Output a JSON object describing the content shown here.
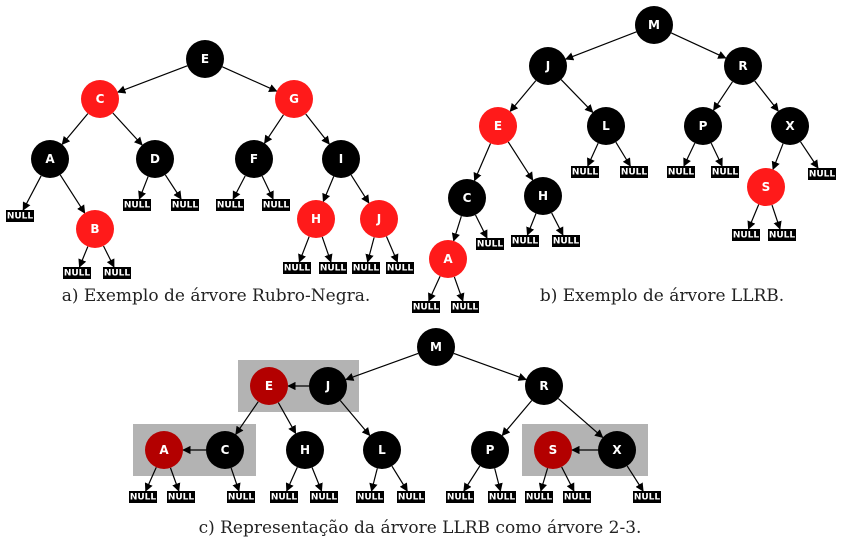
{
  "colors": {
    "black_node": "#000000",
    "red_node": "#ff1a1a",
    "dark_red_node": "#b30000",
    "group_box": "#b3b3b3",
    "null_box": "#000000"
  },
  "null_label": "NULL",
  "diagrams": [
    {
      "id": "a",
      "caption": "a) Exemplo de árvore Rubro-Negra.",
      "nodes": [
        {
          "id": "E",
          "label": "E",
          "color": "black"
        },
        {
          "id": "C",
          "label": "C",
          "color": "red"
        },
        {
          "id": "G",
          "label": "G",
          "color": "red"
        },
        {
          "id": "A",
          "label": "A",
          "color": "black"
        },
        {
          "id": "D",
          "label": "D",
          "color": "black"
        },
        {
          "id": "F",
          "label": "F",
          "color": "black"
        },
        {
          "id": "I",
          "label": "I",
          "color": "black"
        },
        {
          "id": "B",
          "label": "B",
          "color": "red"
        },
        {
          "id": "H",
          "label": "H",
          "color": "red"
        },
        {
          "id": "J",
          "label": "J",
          "color": "red"
        }
      ],
      "edges": [
        [
          "E",
          "C"
        ],
        [
          "E",
          "G"
        ],
        [
          "C",
          "A"
        ],
        [
          "C",
          "D"
        ],
        [
          "G",
          "F"
        ],
        [
          "G",
          "I"
        ],
        [
          "A",
          "n1"
        ],
        [
          "A",
          "B"
        ],
        [
          "B",
          "n2"
        ],
        [
          "B",
          "n3"
        ],
        [
          "D",
          "n4"
        ],
        [
          "D",
          "n5"
        ],
        [
          "F",
          "n6"
        ],
        [
          "F",
          "n7"
        ],
        [
          "I",
          "H"
        ],
        [
          "I",
          "J"
        ],
        [
          "H",
          "n8"
        ],
        [
          "H",
          "n9"
        ],
        [
          "J",
          "n10"
        ],
        [
          "J",
          "n11"
        ]
      ]
    },
    {
      "id": "b",
      "caption": "b) Exemplo de árvore LLRB.",
      "nodes": [
        {
          "id": "M",
          "label": "M",
          "color": "black"
        },
        {
          "id": "J",
          "label": "J",
          "color": "black"
        },
        {
          "id": "R",
          "label": "R",
          "color": "black"
        },
        {
          "id": "E",
          "label": "E",
          "color": "red"
        },
        {
          "id": "L",
          "label": "L",
          "color": "black"
        },
        {
          "id": "P",
          "label": "P",
          "color": "black"
        },
        {
          "id": "X",
          "label": "X",
          "color": "black"
        },
        {
          "id": "C",
          "label": "C",
          "color": "black"
        },
        {
          "id": "H",
          "label": "H",
          "color": "black"
        },
        {
          "id": "S",
          "label": "S",
          "color": "red"
        },
        {
          "id": "A",
          "label": "A",
          "color": "red"
        }
      ],
      "edges": [
        [
          "M",
          "J"
        ],
        [
          "M",
          "R"
        ],
        [
          "J",
          "E"
        ],
        [
          "J",
          "L"
        ],
        [
          "R",
          "P"
        ],
        [
          "R",
          "X"
        ],
        [
          "E",
          "C"
        ],
        [
          "E",
          "H"
        ],
        [
          "C",
          "A"
        ],
        [
          "C",
          "n1"
        ],
        [
          "A",
          "n2"
        ],
        [
          "A",
          "n3"
        ],
        [
          "H",
          "n4"
        ],
        [
          "H",
          "n5"
        ],
        [
          "L",
          "n6"
        ],
        [
          "L",
          "n7"
        ],
        [
          "P",
          "n8"
        ],
        [
          "P",
          "n9"
        ],
        [
          "X",
          "S"
        ],
        [
          "X",
          "n10"
        ],
        [
          "S",
          "n11"
        ],
        [
          "S",
          "n12"
        ]
      ]
    },
    {
      "id": "c",
      "caption": "c) Representação da árvore LLRB como árvore 2-3.",
      "nodes": [
        {
          "id": "M",
          "label": "M",
          "color": "black"
        },
        {
          "id": "E",
          "label": "E",
          "color": "darkred"
        },
        {
          "id": "J",
          "label": "J",
          "color": "black"
        },
        {
          "id": "R",
          "label": "R",
          "color": "black"
        },
        {
          "id": "A",
          "label": "A",
          "color": "darkred"
        },
        {
          "id": "C",
          "label": "C",
          "color": "black"
        },
        {
          "id": "H",
          "label": "H",
          "color": "black"
        },
        {
          "id": "L",
          "label": "L",
          "color": "black"
        },
        {
          "id": "P",
          "label": "P",
          "color": "black"
        },
        {
          "id": "S",
          "label": "S",
          "color": "darkred"
        },
        {
          "id": "X",
          "label": "X",
          "color": "black"
        }
      ],
      "groups": [
        [
          "E",
          "J"
        ],
        [
          "A",
          "C"
        ],
        [
          "S",
          "X"
        ]
      ],
      "edges": [
        [
          "M",
          "J"
        ],
        [
          "M",
          "R"
        ],
        [
          "J",
          "E"
        ],
        [
          "E",
          "C"
        ],
        [
          "J",
          "L"
        ],
        [
          "C",
          "A"
        ],
        [
          "E",
          "H"
        ],
        [
          "A",
          "n1"
        ],
        [
          "A",
          "n2"
        ],
        [
          "C",
          "n3"
        ],
        [
          "H",
          "n4"
        ],
        [
          "H",
          "n5"
        ],
        [
          "L",
          "n6"
        ],
        [
          "L",
          "n7"
        ],
        [
          "R",
          "P"
        ],
        [
          "R",
          "X"
        ],
        [
          "X",
          "S"
        ],
        [
          "P",
          "n8"
        ],
        [
          "P",
          "n9"
        ],
        [
          "S",
          "n10"
        ],
        [
          "S",
          "n11"
        ],
        [
          "X",
          "n12"
        ]
      ]
    }
  ]
}
